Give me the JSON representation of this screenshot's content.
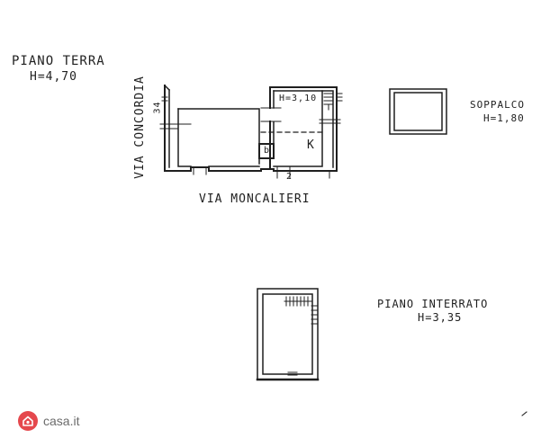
{
  "labels": {
    "piano_terra": "PIANO TERRA",
    "piano_terra_h": "H=4,70",
    "via_concordia": "VIA CONCORDIA",
    "via_moncalieri": "VIA MONCALIERI",
    "dim_34": "34",
    "room_h": "H=3,10",
    "room_k": "K",
    "room_b": "b",
    "dim_2": "2",
    "soppalco": "SOPPALCO",
    "soppalco_h": "H=1,80",
    "piano_interrato": "PIANO INTERRATO",
    "piano_interrato_h": "H=3,35"
  },
  "brand": {
    "name": "casa.it",
    "color": "#e5484d"
  }
}
